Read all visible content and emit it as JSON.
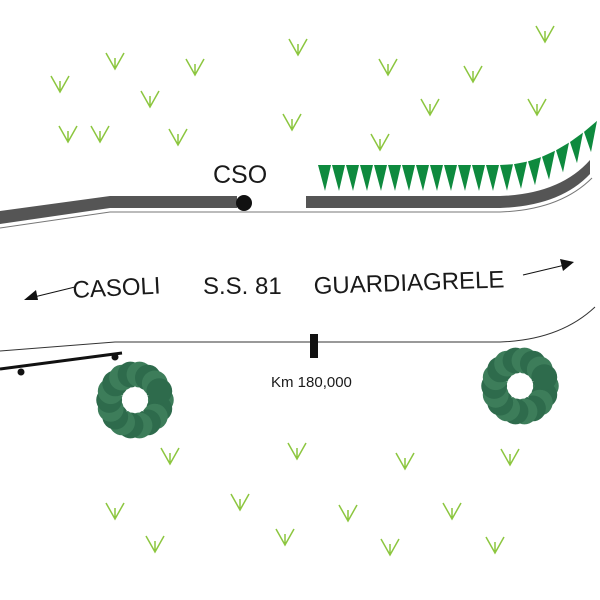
{
  "labels": {
    "cso": "CSO",
    "west_town": "CASOLI",
    "road_name": "S.S. 81",
    "east_town": "GUARDIAGRELE",
    "km_marker": "Km 180,000"
  },
  "colors": {
    "grass": "#8cc63f",
    "hedge": "#0e8a3e",
    "road": "#555555",
    "bush": "#2e6b4c",
    "ink": "#111111"
  }
}
